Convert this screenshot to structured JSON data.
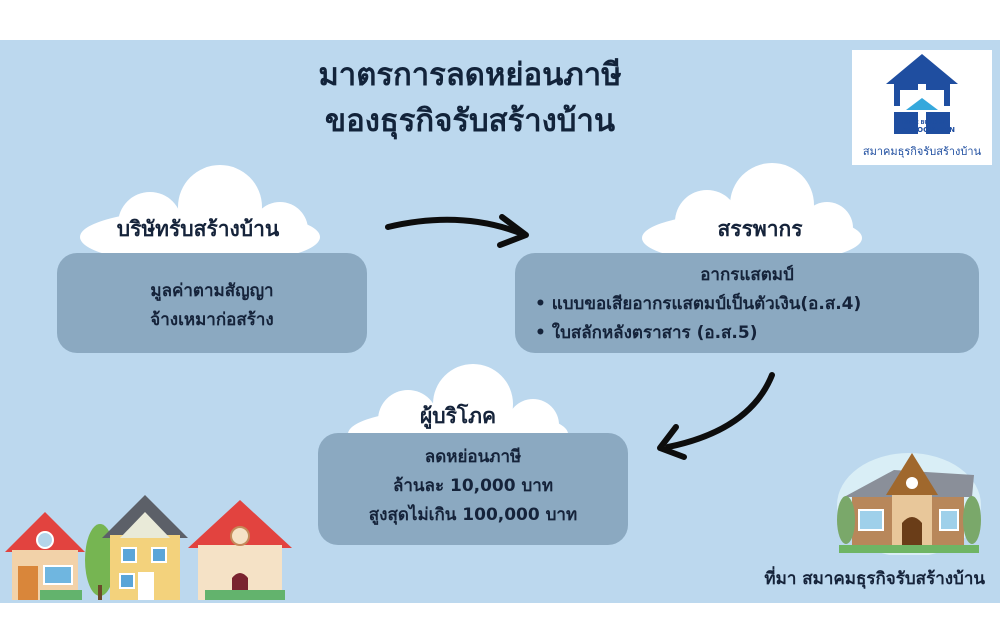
{
  "title": {
    "line1": "มาตรการลดหย่อนภาษี",
    "line2": "ของธุรกิจรับสร้างบ้าน"
  },
  "logo": {
    "name_en": "ASSOCIATION",
    "name_en_small": "HOME BUILDER",
    "name_th": "สมาคมธุรกิจรับสร้างบ้าน"
  },
  "nodes": {
    "company": {
      "label": "บริษัทรับสร้างบ้าน",
      "lines": [
        "มูลค่าตามสัญญา",
        "จ้างเหมาก่อสร้าง"
      ]
    },
    "revenue": {
      "label": "สรรพากร",
      "heading": "อากรแสตมป์",
      "bullets": [
        "แบบขอเสียอากรแสตมป์เป็นตัวเงิน(อ.ส.4)",
        "ใบสลักหลังตราสาร (อ.ส.5)"
      ]
    },
    "consumer": {
      "label": "ผู้บริโภค",
      "lines": [
        "ลดหย่อนภาษี",
        "ล้านละ 10,000 บาท",
        "สูงสุดไม่เกิน 100,000 บาท"
      ]
    }
  },
  "source": "ที่มา สมาคมธุรกิจรับสร้างบ้าน",
  "colors": {
    "background": "#bcd8ee",
    "box": "#8ba9c1",
    "text": "#15233a",
    "logo_blue": "#1f4ea0"
  },
  "icons": [
    "house-icon",
    "logo-house-icon",
    "arrow-icon",
    "cloud-icon"
  ]
}
